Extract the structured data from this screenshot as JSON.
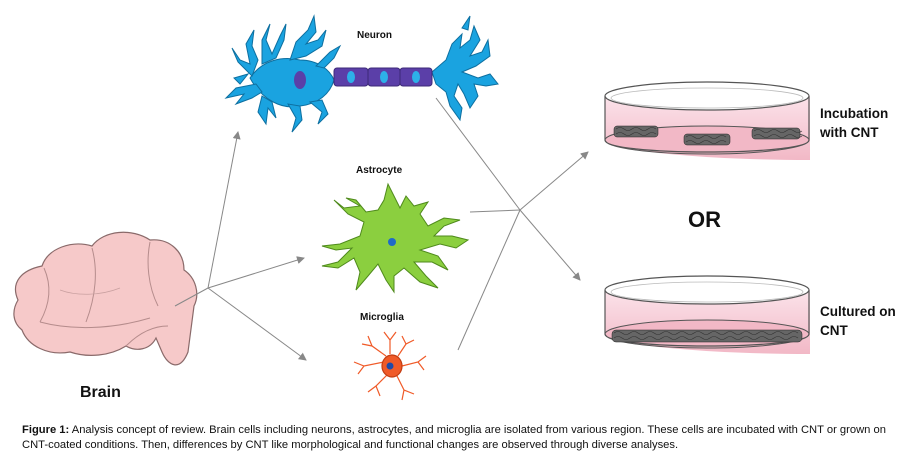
{
  "labels": {
    "neuron": "Neuron",
    "astrocyte": "Astrocyte",
    "microglia": "Microglia",
    "brain": "Brain",
    "or": "OR",
    "dish_top_line1": "Incubation",
    "dish_top_line2": "with CNT",
    "dish_bottom_line1": "Cultured on",
    "dish_bottom_line2": "CNT"
  },
  "caption": {
    "prefix": "Figure 1:",
    "text": " Analysis concept of review. Brain cells including neurons, astrocytes, and microglia are isolated from various region. These cells are incubated with CNT or grown on CNT-coated conditions. Then, differences by CNT like morphological and functional changes are observed through diverse analyses."
  },
  "colors": {
    "neuron": "#1aa3e0",
    "axon": "#5b3fa8",
    "astrocyte": "#8bcf3f",
    "microglia": "#f05a28",
    "brain": "#f6c9c9",
    "dish_medium": "#f4c4d0",
    "arrow": "#888888"
  }
}
